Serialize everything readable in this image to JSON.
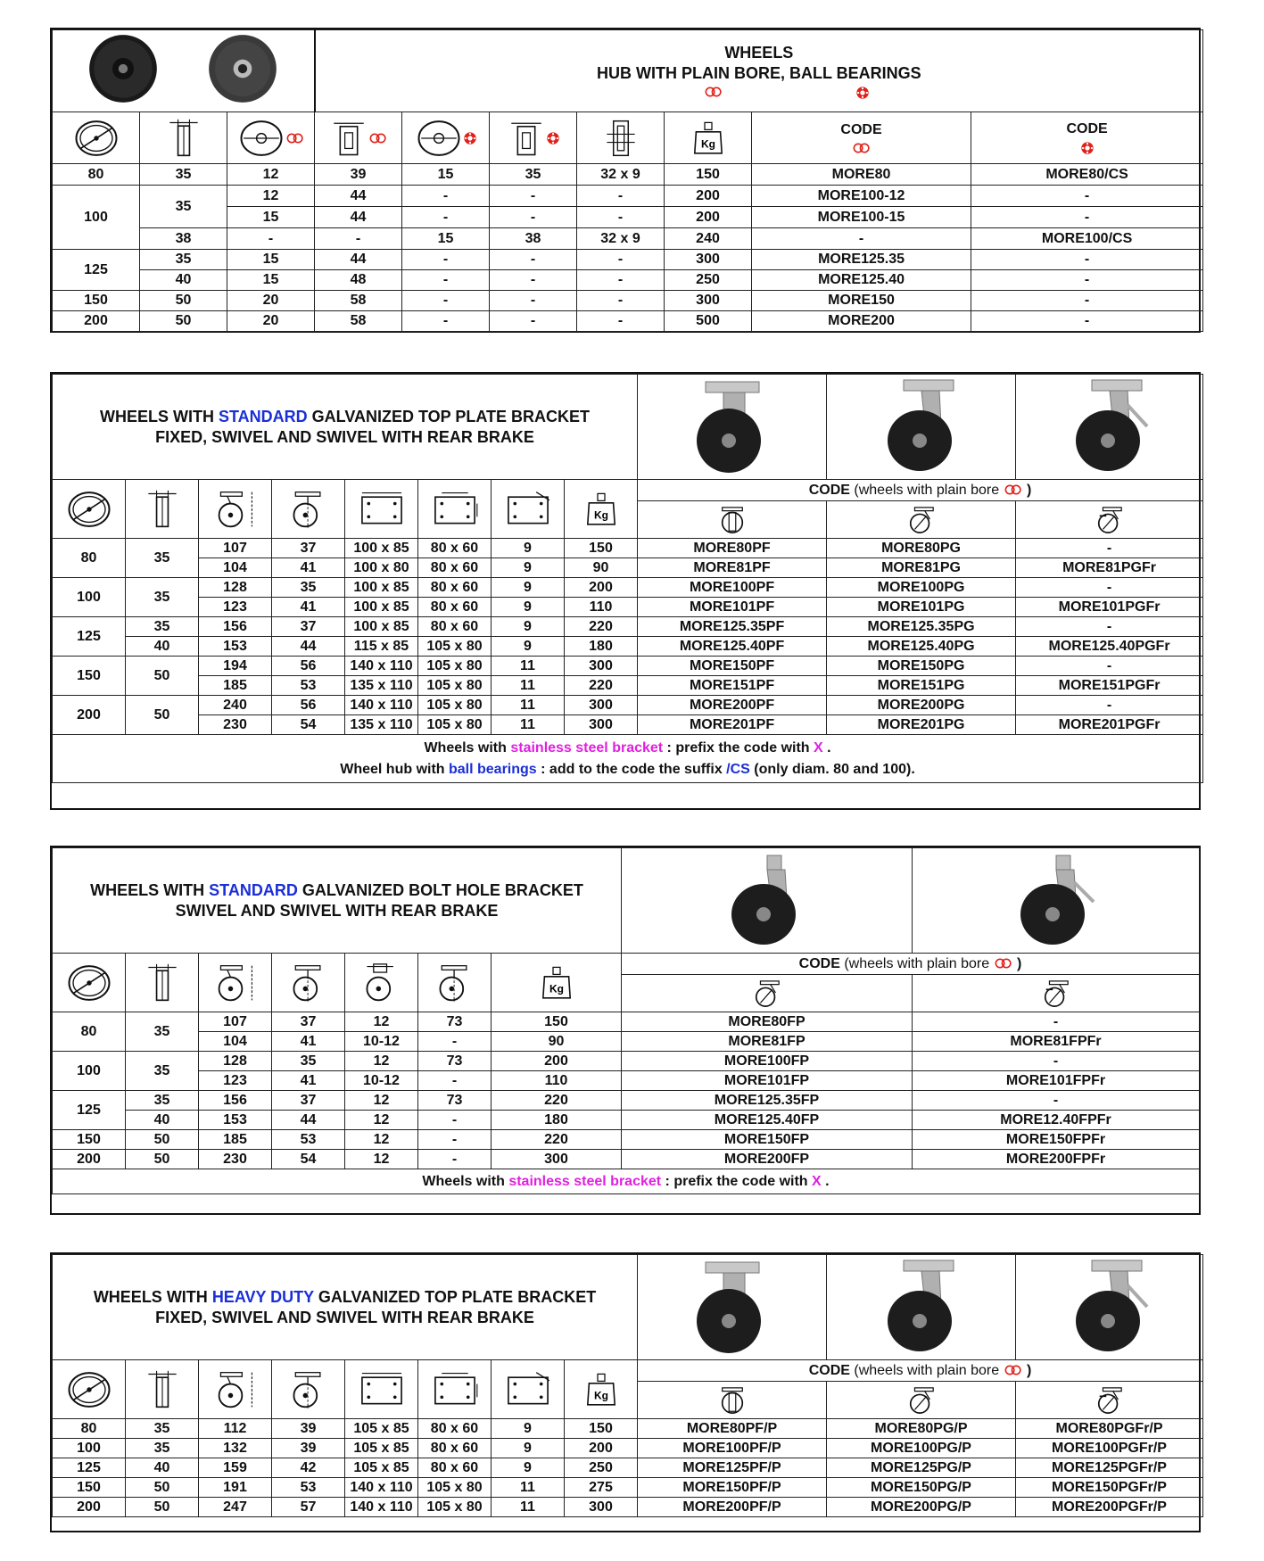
{
  "s1": {
    "title1": "WHEELS",
    "title2": "HUB WITH PLAIN BORE, BALL BEARINGS",
    "code_label": "CODE",
    "rows": [
      [
        "80",
        "35",
        "12",
        "39",
        "15",
        "35",
        "32 x 9",
        "150",
        "MORE80",
        "MORE80/CS"
      ],
      [
        "100",
        "35",
        "12",
        "44",
        "-",
        "-",
        "-",
        "200",
        "MORE100-12",
        "-"
      ],
      [
        "",
        "",
        "15",
        "44",
        "-",
        "-",
        "-",
        "200",
        "MORE100-15",
        "-"
      ],
      [
        "",
        "38",
        "-",
        "-",
        "15",
        "38",
        "32 x 9",
        "240",
        "-",
        "MORE100/CS"
      ],
      [
        "125",
        "35",
        "15",
        "44",
        "-",
        "-",
        "-",
        "300",
        "MORE125.35",
        "-"
      ],
      [
        "",
        "40",
        "15",
        "48",
        "-",
        "-",
        "-",
        "250",
        "MORE125.40",
        "-"
      ],
      [
        "150",
        "50",
        "20",
        "58",
        "-",
        "-",
        "-",
        "300",
        "MORE150",
        "-"
      ],
      [
        "200",
        "50",
        "20",
        "58",
        "-",
        "-",
        "-",
        "500",
        "MORE200",
        "-"
      ]
    ]
  },
  "s2": {
    "t_a": "WHEELS WITH ",
    "t_b": "STANDARD",
    "t_c": "  GALVANIZED TOP PLATE BRACKET",
    "t_line2": "FIXED, SWIVEL AND SWIVEL WITH REAR BRAKE",
    "code_hdr_a": "CODE",
    "code_hdr_b": " (wheels with plain bore ",
    "code_hdr_c": " )",
    "rows": [
      [
        "80",
        "35",
        "107",
        "37",
        "100 x 85",
        "80 x 60",
        "9",
        "150",
        "MORE80PF",
        "MORE80PG",
        "-"
      ],
      [
        "",
        "",
        "104",
        "41",
        "100 x 80",
        "80 x 60",
        "9",
        "90",
        "MORE81PF",
        "MORE81PG",
        "MORE81PGFr"
      ],
      [
        "100",
        "35",
        "128",
        "35",
        "100 x 85",
        "80 x 60",
        "9",
        "200",
        "MORE100PF",
        "MORE100PG",
        "-"
      ],
      [
        "",
        "",
        "123",
        "41",
        "100 x 85",
        "80 x 60",
        "9",
        "110",
        "MORE101PF",
        "MORE101PG",
        "MORE101PGFr"
      ],
      [
        "125",
        "35",
        "156",
        "37",
        "100 x 85",
        "80 x 60",
        "9",
        "220",
        "MORE125.35PF",
        "MORE125.35PG",
        "-"
      ],
      [
        "",
        "40",
        "153",
        "44",
        "115 x 85",
        "105 x 80",
        "9",
        "180",
        "MORE125.40PF",
        "MORE125.40PG",
        "MORE125.40PGFr"
      ],
      [
        "150",
        "50",
        "194",
        "56",
        "140 x 110",
        "105 x 80",
        "11",
        "300",
        "MORE150PF",
        "MORE150PG",
        "-"
      ],
      [
        "",
        "",
        "185",
        "53",
        "135 x 110",
        "105 x 80",
        "11",
        "220",
        "MORE151PF",
        "MORE151PG",
        "MORE151PGFr"
      ],
      [
        "200",
        "50",
        "240",
        "56",
        "140 x 110",
        "105 x 80",
        "11",
        "300",
        "MORE200PF",
        "MORE200PG",
        "-"
      ],
      [
        "",
        "",
        "230",
        "54",
        "135 x 110",
        "105 x 80",
        "11",
        "300",
        "MORE201PF",
        "MORE201PG",
        "MORE201PGFr"
      ]
    ],
    "n1_a": "Wheels with ",
    "n1_b": "stainless steel bracket",
    "n1_c": " : prefix the code with ",
    "n1_d": "X",
    "n1_e": " .",
    "n2_a": "Wheel hub with ",
    "n2_b": "ball bearings",
    "n2_c": "  : add to the code the suffix ",
    "n2_d": "/CS",
    "n2_e": " (only diam. 80 and 100)."
  },
  "s3": {
    "t_a": "WHEELS WITH ",
    "t_b": "STANDARD",
    "t_c": " GALVANIZED BOLT HOLE BRACKET",
    "t_line2": "SWIVEL AND SWIVEL WITH REAR BRAKE",
    "code_hdr_a": "CODE",
    "code_hdr_b": " (wheels with plain bore ",
    "code_hdr_c": " )",
    "rows": [
      [
        "80",
        "35",
        "107",
        "37",
        "12",
        "73",
        "150",
        "MORE80FP",
        "-"
      ],
      [
        "",
        "",
        "104",
        "41",
        "10-12",
        "-",
        "90",
        "MORE81FP",
        "MORE81FPFr"
      ],
      [
        "100",
        "35",
        "128",
        "35",
        "12",
        "73",
        "200",
        "MORE100FP",
        "-"
      ],
      [
        "",
        "",
        "123",
        "41",
        "10-12",
        "-",
        "110",
        "MORE101FP",
        "MORE101FPFr"
      ],
      [
        "125",
        "35",
        "156",
        "37",
        "12",
        "73",
        "220",
        "MORE125.35FP",
        "-"
      ],
      [
        "",
        "40",
        "153",
        "44",
        "12",
        "-",
        "180",
        "MORE125.40FP",
        "MORE12.40FPFr"
      ],
      [
        "150",
        "50",
        "185",
        "53",
        "12",
        "-",
        "220",
        "MORE150FP",
        "MORE150FPFr"
      ],
      [
        "200",
        "50",
        "230",
        "54",
        "12",
        "-",
        "300",
        "MORE200FP",
        "MORE200FPFr"
      ]
    ],
    "n1_a": "Wheels with ",
    "n1_b": "stainless steel bracket",
    "n1_c": " : prefix the code with ",
    "n1_d": "X",
    "n1_e": " ."
  },
  "s4": {
    "t_a": "WHEELS WITH ",
    "t_b": "HEAVY DUTY",
    "t_c": " GALVANIZED TOP PLATE BRACKET",
    "t_line2": "FIXED, SWIVEL AND SWIVEL WITH REAR BRAKE",
    "code_hdr_a": "CODE",
    "code_hdr_b": " (wheels with plain bore ",
    "code_hdr_c": " )",
    "rows": [
      [
        "80",
        "35",
        "112",
        "39",
        "105 x 85",
        "80 x 60",
        "9",
        "150",
        "MORE80PF/P",
        "MORE80PG/P",
        "MORE80PGFr/P"
      ],
      [
        "100",
        "35",
        "132",
        "39",
        "105 x 85",
        "80 x 60",
        "9",
        "200",
        "MORE100PF/P",
        "MORE100PG/P",
        "MORE100PGFr/P"
      ],
      [
        "125",
        "40",
        "159",
        "42",
        "105 x 85",
        "80 x 60",
        "9",
        "250",
        "MORE125PF/P",
        "MORE125PG/P",
        "MORE125PGFr/P"
      ],
      [
        "150",
        "50",
        "191",
        "53",
        "140 x 110",
        "105 x 80",
        "11",
        "275",
        "MORE150PF/P",
        "MORE150PG/P",
        "MORE150PGFr/P"
      ],
      [
        "200",
        "50",
        "247",
        "57",
        "140 x 110",
        "105 x 80",
        "11",
        "300",
        "MORE200PF/P",
        "MORE200PG/P",
        "MORE200PGFr/P"
      ]
    ]
  },
  "icons": {
    "kg": "Kg"
  },
  "colors": {
    "blue": "#1a2fd6",
    "magenta": "#e020e0",
    "red": "#e0201a"
  }
}
